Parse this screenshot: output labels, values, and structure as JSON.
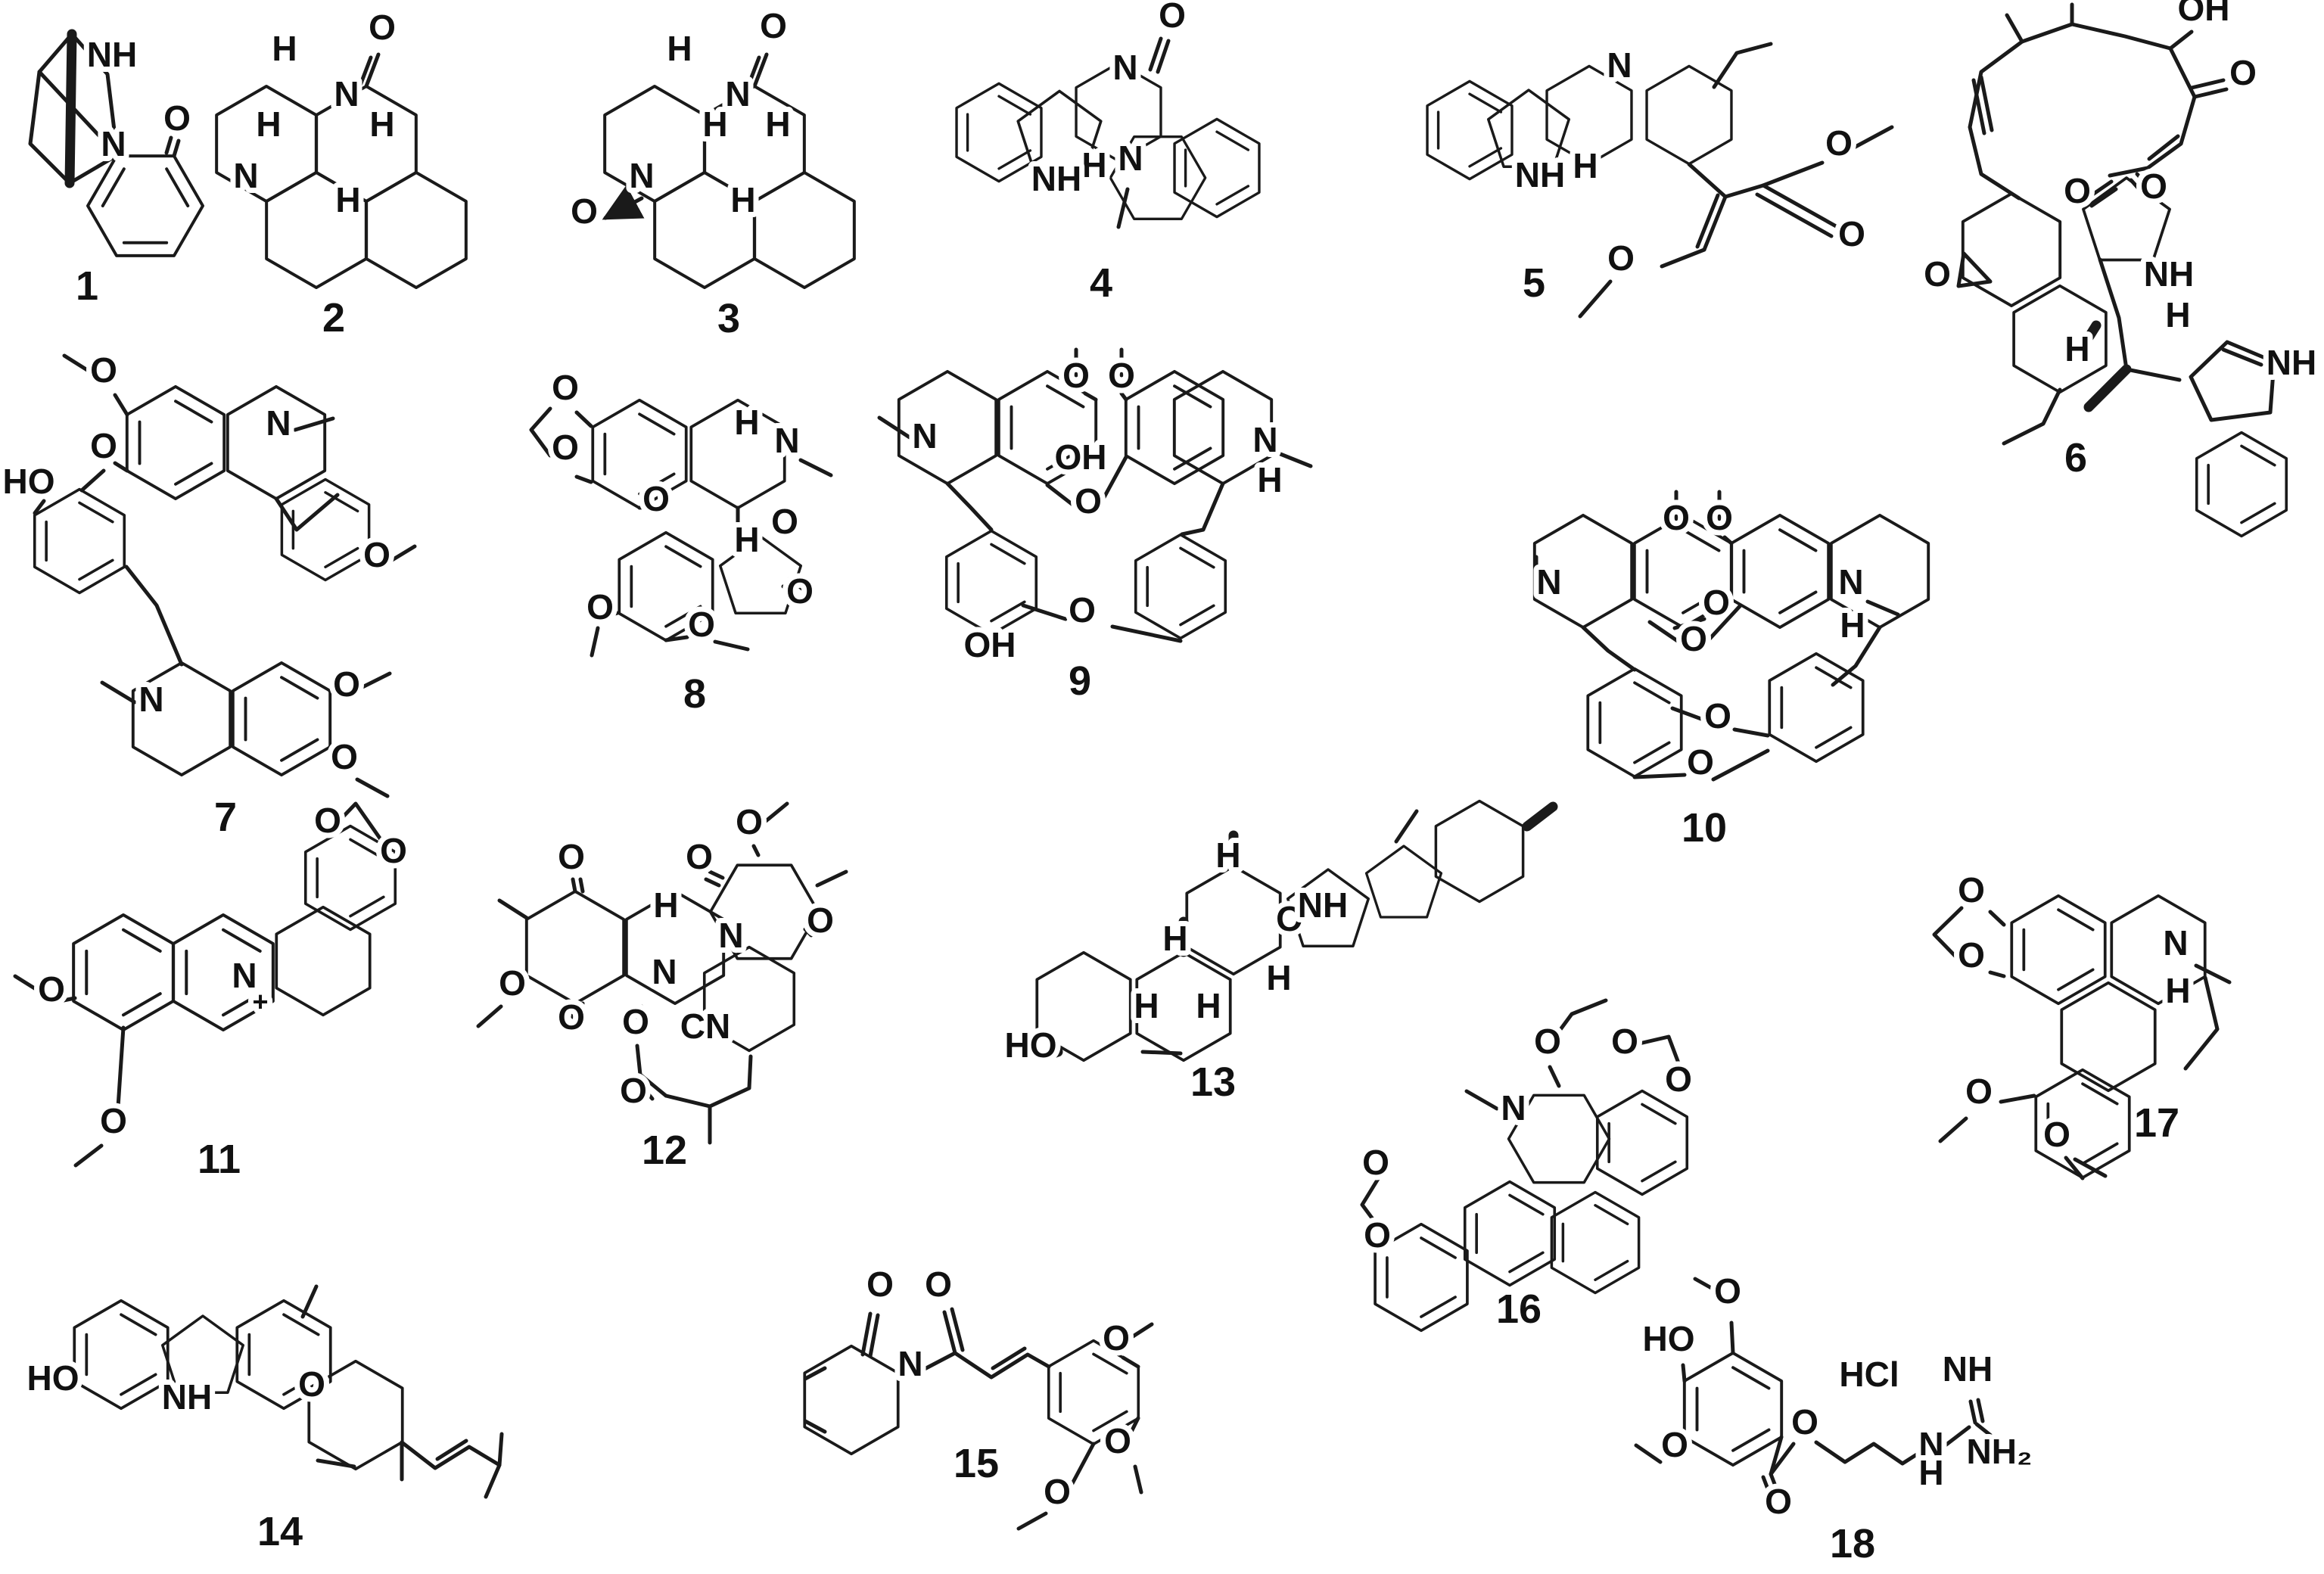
{
  "figure": {
    "description": "Chemical structures of alkaloid compounds 1-18",
    "background_color": "#ffffff",
    "line_color": "#1a1a1a",
    "compounds": [
      {
        "number": "1",
        "labels": [
          "NH",
          "N",
          "O"
        ]
      },
      {
        "number": "2",
        "labels": [
          "O",
          "H",
          "N",
          "H",
          "H",
          "N",
          "H"
        ]
      },
      {
        "number": "3",
        "labels": [
          "O",
          "H",
          "N",
          "H",
          "H",
          "N",
          "H",
          "O"
        ]
      },
      {
        "number": "4",
        "labels": [
          "O",
          "N",
          "H",
          "N",
          "NH"
        ]
      },
      {
        "number": "5",
        "labels": [
          "N",
          "H",
          "NH",
          "O",
          "O",
          "O"
        ]
      },
      {
        "number": "6",
        "labels": [
          "OH",
          "O",
          "O",
          "O",
          "O",
          "NH",
          "H",
          "H",
          "NH"
        ]
      },
      {
        "number": "7",
        "labels": [
          "O",
          "O",
          "HO",
          "N",
          "O",
          "N",
          "O",
          "O"
        ]
      },
      {
        "number": "8",
        "labels": [
          "O",
          "O",
          "H",
          "N",
          "O",
          "O",
          "H",
          "O",
          "O",
          "O"
        ]
      },
      {
        "number": "9",
        "labels": [
          "N",
          "O",
          "O",
          "OH",
          "O",
          "N",
          "H",
          "O",
          "OH"
        ]
      },
      {
        "number": "10",
        "labels": [
          "N",
          "O",
          "O",
          "O",
          "O",
          "N",
          "H",
          "O",
          "O"
        ]
      },
      {
        "number": "11",
        "labels": [
          "O",
          "O",
          "N",
          "+",
          "O",
          "O"
        ]
      },
      {
        "number": "12",
        "labels": [
          "O",
          "O",
          "O",
          "H",
          "N",
          "N",
          "O",
          "O",
          "O",
          "O",
          "CN",
          "O"
        ]
      },
      {
        "number": "13",
        "labels": [
          "H",
          "O",
          "NH",
          "H",
          "H",
          "H",
          "H",
          "HO"
        ]
      },
      {
        "number": "14",
        "labels": [
          "HO",
          "NH",
          "O"
        ]
      },
      {
        "number": "15",
        "labels": [
          "O",
          "O",
          "N",
          "O",
          "O",
          "O"
        ]
      },
      {
        "number": "16",
        "labels": [
          "O",
          "O",
          "O",
          "N",
          "O",
          "O"
        ]
      },
      {
        "number": "17",
        "labels": [
          "O",
          "O",
          "N",
          "H",
          "O",
          "O"
        ]
      },
      {
        "number": "18",
        "labels": [
          "O",
          "HO",
          "O",
          "O",
          "O",
          "HCl",
          "NH",
          "N",
          "H",
          "NH₂"
        ]
      }
    ]
  }
}
